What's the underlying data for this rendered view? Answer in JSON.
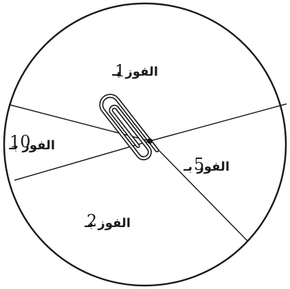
{
  "spinner": {
    "sectors": [
      {
        "label": "الفوز بـ",
        "number": "1"
      },
      {
        "label": "الفوز بـ",
        "number": "5"
      },
      {
        "label": "الفوز بـ",
        "number": "2"
      },
      {
        "label": "الفوز بـ",
        "number": "10"
      }
    ]
  },
  "colors": {
    "stroke": "#1a1a1a",
    "background": "#ffffff"
  }
}
